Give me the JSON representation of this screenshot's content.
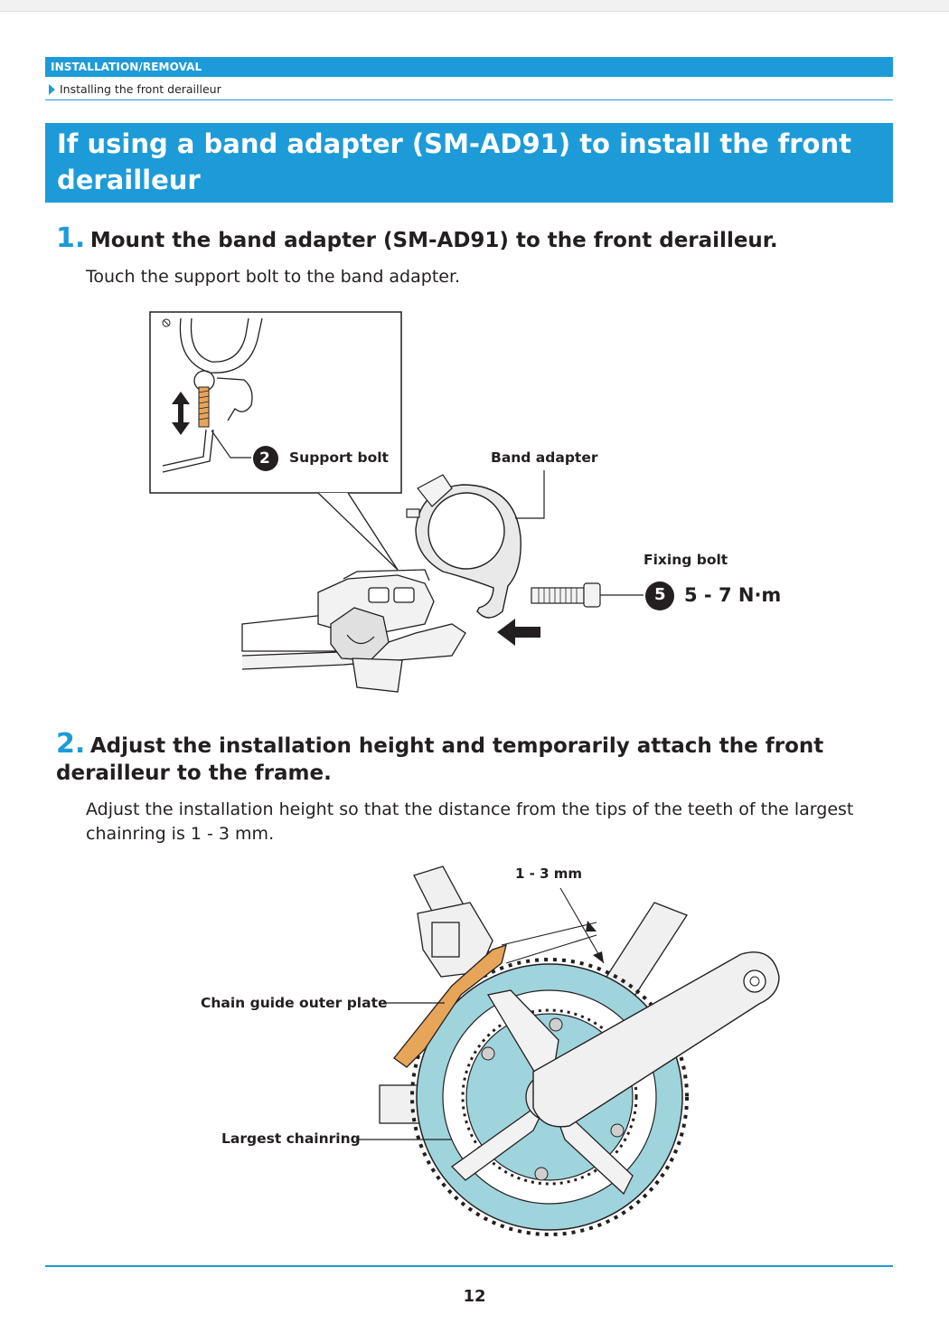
{
  "header": {
    "section": "INSTALLATION/REMOVAL",
    "breadcrumb": "Installing the front derailleur"
  },
  "title": "If using a band adapter (SM-AD91) to install the front derailleur",
  "steps": [
    {
      "number": "1.",
      "heading": "Mount the band adapter (SM-AD91) to the front derailleur.",
      "description": "Touch the support bolt to the band adapter."
    },
    {
      "number": "2.",
      "heading": "Adjust the installation height and temporarily attach the front derailleur to the frame.",
      "description": "Adjust the installation height so that the distance from the tips of the teeth of the largest chainring is 1 - 3 mm."
    }
  ],
  "figure1": {
    "support_bolt_badge": "2",
    "support_bolt_label": "Support bolt",
    "band_adapter_label": "Band adapter",
    "fixing_bolt_label": "Fixing bolt",
    "fixing_bolt_badge": "5",
    "torque": "5 - 7 N·m"
  },
  "figure2": {
    "gap_label": "1 - 3 mm",
    "chain_guide_label": "Chain guide outer plate",
    "chainring_label": "Largest chainring",
    "chainring_color": "#9fd4dc",
    "chain_guide_color": "#e7a55a"
  },
  "colors": {
    "accent": "#1d9bd8",
    "text": "#231f20"
  },
  "footer": {
    "page_number": "12"
  }
}
